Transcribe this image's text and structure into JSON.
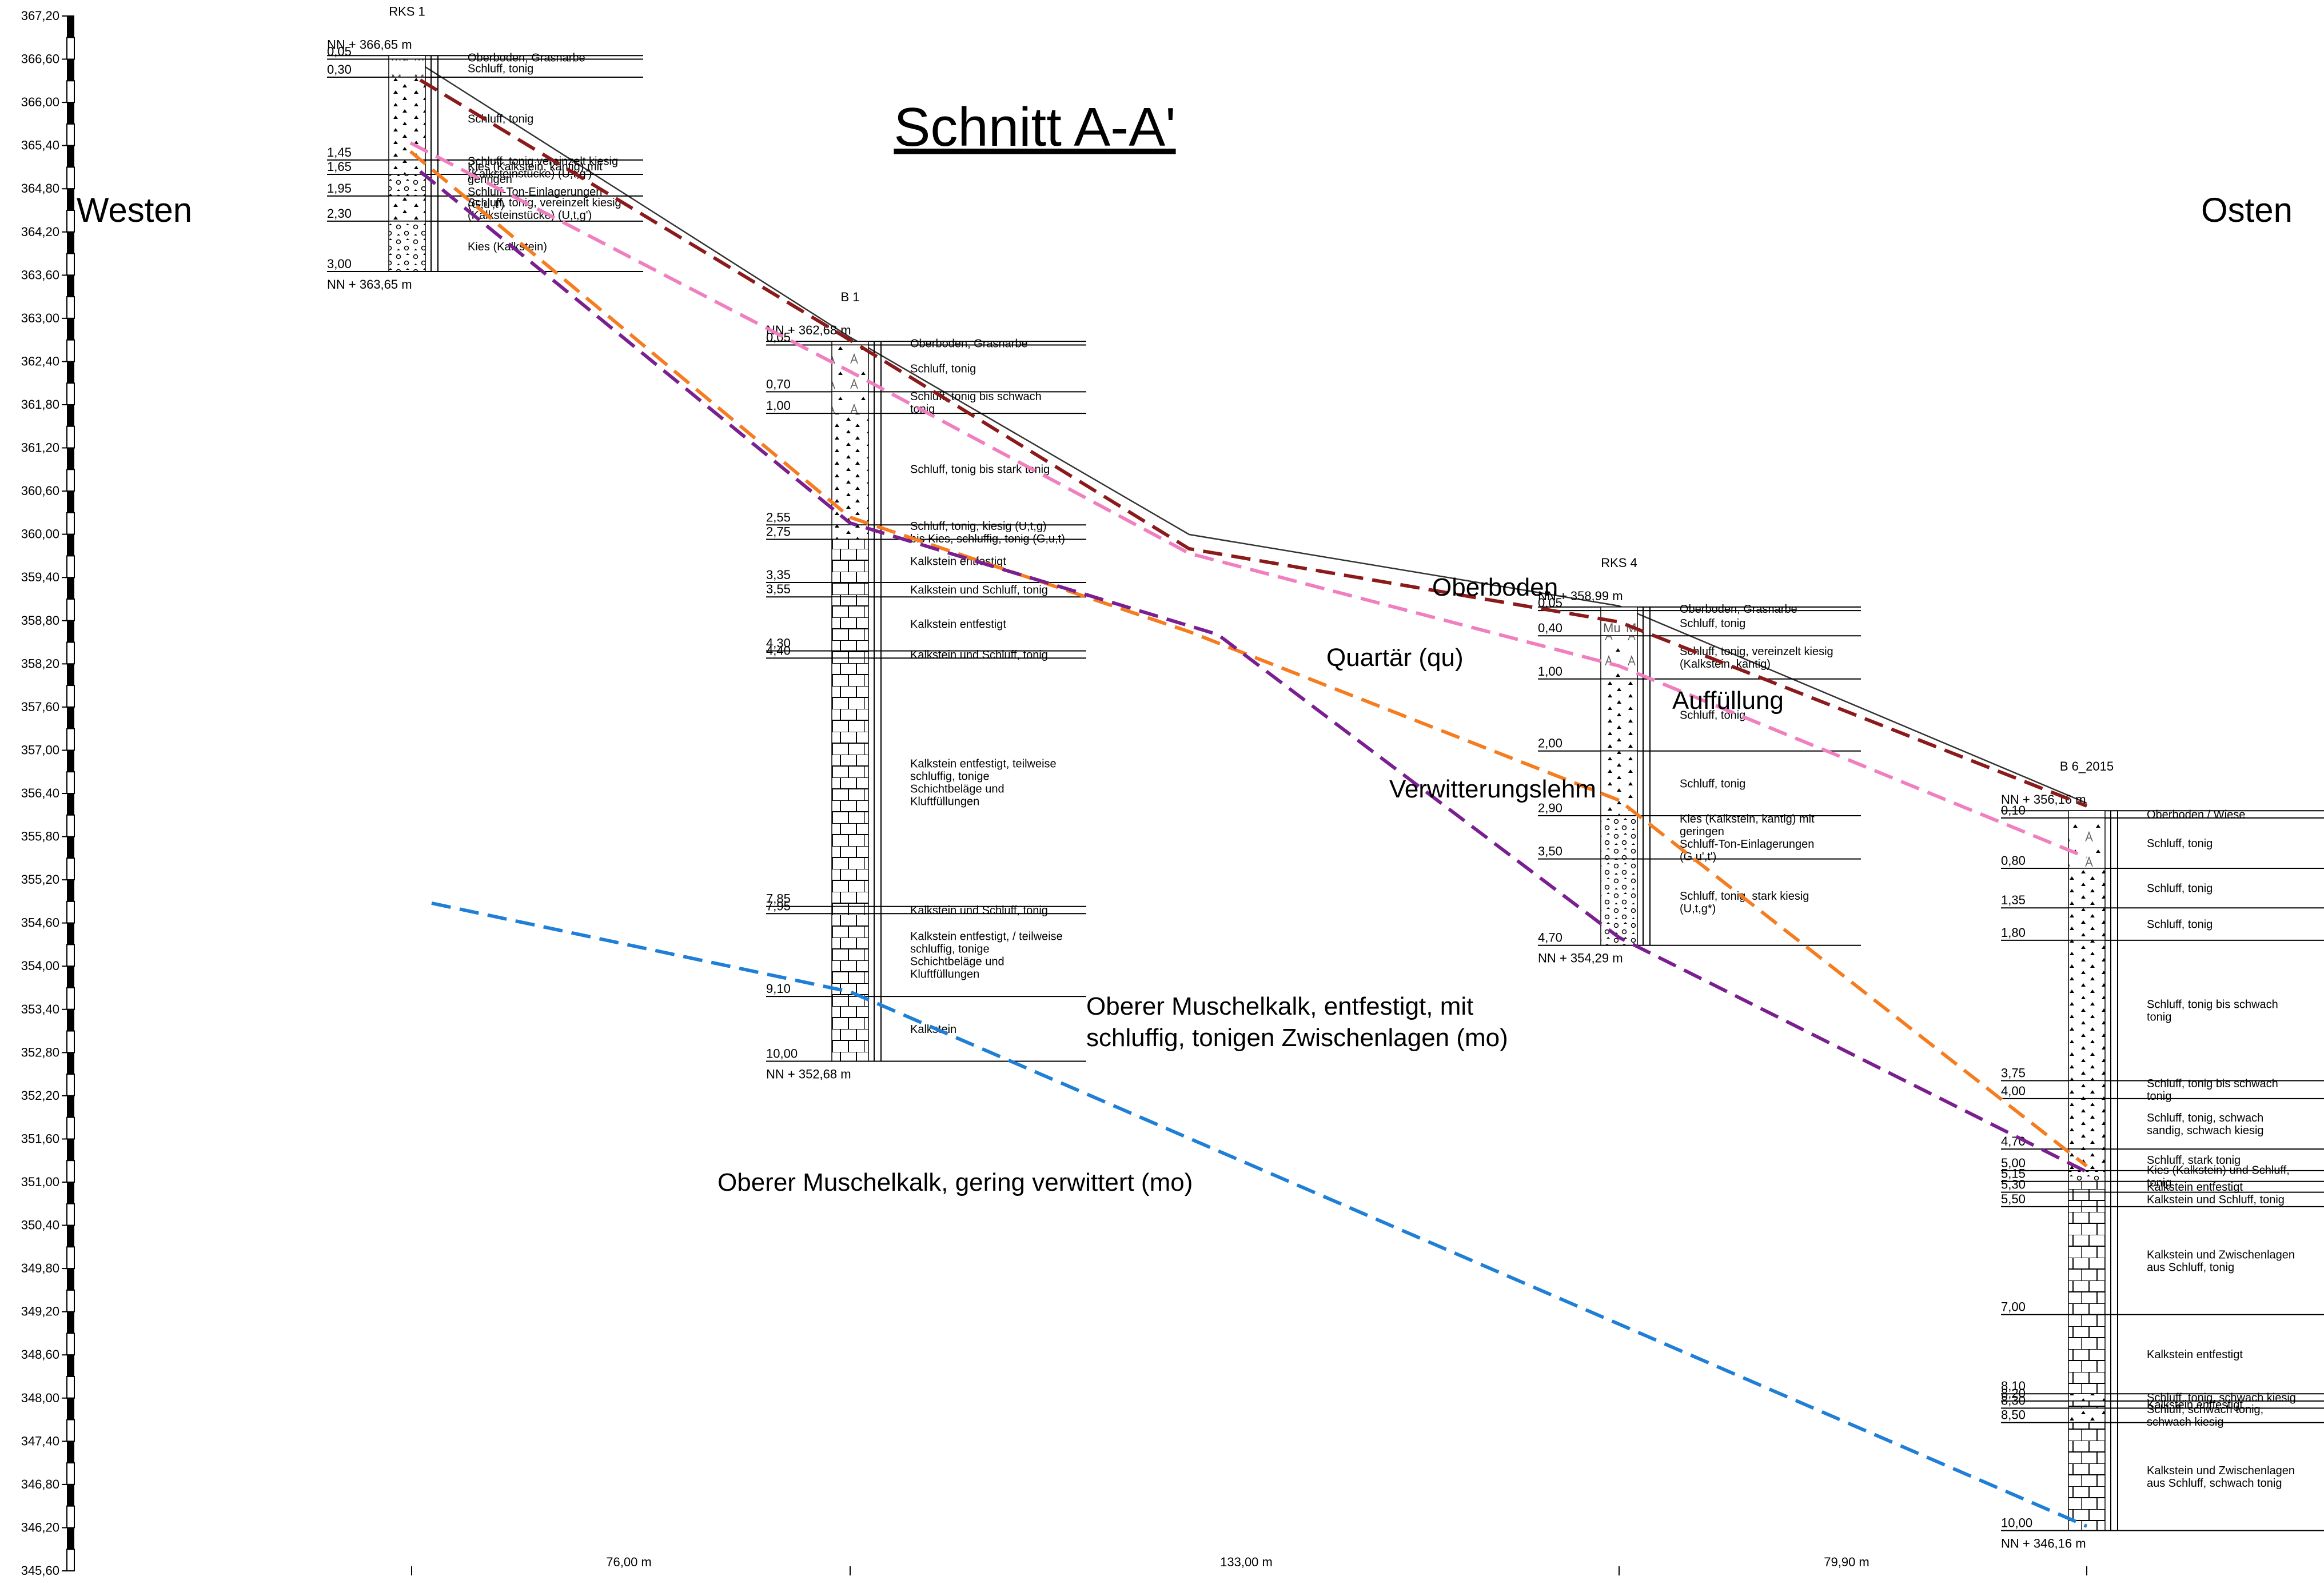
{
  "title": "Schnitt A-A'",
  "side_left": "Westen",
  "side_right": "Osten",
  "elevation_axis": {
    "ticks": [
      "367,20",
      "366,60",
      "366,00",
      "365,40",
      "364,80",
      "364,20",
      "363,60",
      "363,00",
      "362,40",
      "361,80",
      "361,20",
      "360,60",
      "360,00",
      "359,40",
      "358,80",
      "358,20",
      "357,60",
      "357,00",
      "356,40",
      "355,80",
      "355,20",
      "354,60",
      "354,00",
      "353,40",
      "352,80",
      "352,20",
      "351,60",
      "351,00",
      "350,40",
      "349,80",
      "349,20",
      "348,60",
      "348,00",
      "347,40",
      "346,80",
      "346,20",
      "345,60"
    ],
    "max": 367.2,
    "min": 345.6
  },
  "distances": [
    "76,00 m",
    "133,00 m",
    "79,90 m"
  ],
  "boreholes": [
    {
      "name": "RKS 1",
      "top": "NN + 366,65 m",
      "bottom": "NN + 363,65 m",
      "top_elev": 366.65,
      "layers": [
        {
          "depth": "0,05",
          "d": 0.05,
          "desc": [
            "Oberboden,  Grasnarbe"
          ],
          "pattern": "topsoil"
        },
        {
          "depth": "0,30",
          "d": 0.3,
          "desc": [
            "Schluff, tonig"
          ],
          "pattern": "mu"
        },
        {
          "depth": "1,45",
          "d": 1.45,
          "desc": [
            "Schluff, tonig"
          ],
          "pattern": "silt"
        },
        {
          "depth": "1,65",
          "d": 1.65,
          "desc": [
            "Schluff, tonig vereinzelt kiesig",
            "(Kalksteinstücke) (U,t,g')"
          ],
          "pattern": "silt"
        },
        {
          "depth": "1,95",
          "d": 1.95,
          "desc": [
            "Kies (Kalkstein, kantig) mit",
            "geringen",
            "Schluff-Ton-Einlagerungen",
            "(G,u',t')"
          ],
          "pattern": "gravel"
        },
        {
          "depth": "2,30",
          "d": 2.3,
          "desc": [
            "Schluff, tonig, vereinzelt kiesig",
            "(Kalksteinstücke) (U,t,g')"
          ],
          "pattern": "silt"
        },
        {
          "depth": "3,00",
          "d": 3.0,
          "desc": [
            "Kies (Kalkstein)"
          ],
          "pattern": "gravel"
        }
      ]
    },
    {
      "name": "B 1",
      "top": "NN + 362,68 m",
      "bottom": "NN + 352,68 m",
      "top_elev": 362.68,
      "layers": [
        {
          "depth": "0,05",
          "d": 0.05,
          "desc": [
            "Oberboden,  Grasnarbe"
          ],
          "pattern": "topsoil"
        },
        {
          "depth": "0,70",
          "d": 0.7,
          "desc": [
            "Schluff, tonig"
          ],
          "pattern": "fill"
        },
        {
          "depth": "1,00",
          "d": 1.0,
          "desc": [
            "Schluff, tonig bis schwach",
            "tonig"
          ],
          "pattern": "fill"
        },
        {
          "depth": "2,55",
          "d": 2.55,
          "desc": [
            "Schluff, tonig bis stark tonig"
          ],
          "pattern": "silt"
        },
        {
          "depth": "2,75",
          "d": 2.75,
          "desc": [
            "Schluff, tonig, kiesig  (U,t,g)",
            "bis Kies, schluffig, tonig (G,u,t)"
          ],
          "pattern": "silt"
        },
        {
          "depth": "3,35",
          "d": 3.35,
          "desc": [
            "Kalkstein entfestigt"
          ],
          "pattern": "lime"
        },
        {
          "depth": "3,55",
          "d": 3.55,
          "desc": [
            "Kalkstein und Schluff, tonig"
          ],
          "pattern": "lime"
        },
        {
          "depth": "4,30",
          "d": 4.3,
          "desc": [
            "Kalkstein entfestigt"
          ],
          "pattern": "lime"
        },
        {
          "depth": "4,40",
          "d": 4.4,
          "desc": [
            "Kalkstein und Schluff, tonig"
          ],
          "pattern": "lime"
        },
        {
          "depth": "7,85",
          "d": 7.85,
          "desc": [
            "Kalkstein entfestigt, teilweise",
            "schluffig, tonige",
            "Schichtbeläge und",
            "Kluftfüllungen"
          ],
          "pattern": "lime"
        },
        {
          "depth": "7,95",
          "d": 7.95,
          "desc": [
            "Kalkstein und Schluff, tonig"
          ],
          "pattern": "lime"
        },
        {
          "depth": "9,10",
          "d": 9.1,
          "desc": [
            "Kalkstein entfestigt, / teilweise",
            "schluffig, tonige",
            "Schichtbeläge und",
            "Kluftfüllungen"
          ],
          "pattern": "lime"
        },
        {
          "depth": "10,00",
          "d": 10.0,
          "desc": [
            "Kalkstein"
          ],
          "pattern": "lime"
        }
      ]
    },
    {
      "name": "RKS 4",
      "top": "NN + 358,99 m",
      "bottom": "NN + 354,29 m",
      "top_elev": 358.99,
      "layers": [
        {
          "depth": "0,05",
          "d": 0.05,
          "desc": [
            "Oberboden,  Grasnarbe"
          ],
          "pattern": "topsoil"
        },
        {
          "depth": "0,40",
          "d": 0.4,
          "desc": [
            "Schluff, tonig"
          ],
          "pattern": "mu"
        },
        {
          "depth": "1,00",
          "d": 1.0,
          "desc": [
            "Schluff, tonig, vereinzelt kiesig",
            "(Kalkstein, kantig)"
          ],
          "pattern": "fill"
        },
        {
          "depth": "2,00",
          "d": 2.0,
          "desc": [
            "Schluff, tonig"
          ],
          "pattern": "silt"
        },
        {
          "depth": "2,90",
          "d": 2.9,
          "desc": [
            "Schluff, tonig"
          ],
          "pattern": "silt"
        },
        {
          "depth": "3,50",
          "d": 3.5,
          "desc": [
            "Kies (Kalkstein, kantig) mit",
            "geringen",
            "Schluff-Ton-Einlagerungen",
            "(G,u',t')"
          ],
          "pattern": "gravel"
        },
        {
          "depth": "4,70",
          "d": 4.7,
          "desc": [
            "Schluff, tonig, stark kiesig",
            "(U,t,g*)"
          ],
          "pattern": "gravel"
        }
      ]
    },
    {
      "name": "B 6_2015",
      "top": "NN + 356,16 m",
      "bottom": "NN + 346,16 m",
      "top_elev": 356.16,
      "layers": [
        {
          "depth": "0,10",
          "d": 0.1,
          "desc": [
            "Oberboden / Wiese"
          ],
          "pattern": "topsoil"
        },
        {
          "depth": "0,80",
          "d": 0.8,
          "desc": [
            "Schluff, tonig"
          ],
          "pattern": "fill"
        },
        {
          "depth": "1,35",
          "d": 1.35,
          "desc": [
            "Schluff, tonig"
          ],
          "pattern": "silt"
        },
        {
          "depth": "1,80",
          "d": 1.8,
          "desc": [
            "Schluff, tonig"
          ],
          "pattern": "silt"
        },
        {
          "depth": "3,75",
          "d": 3.75,
          "desc": [
            "Schluff, tonig bis schwach",
            "tonig"
          ],
          "pattern": "silt"
        },
        {
          "depth": "4,00",
          "d": 4.0,
          "desc": [
            "Schluff, tonig bis schwach",
            "tonig"
          ],
          "pattern": "silt"
        },
        {
          "depth": "4,70",
          "d": 4.7,
          "desc": [
            "Schluff, tonig, schwach",
            "sandig, schwach kiesig"
          ],
          "pattern": "silt"
        },
        {
          "depth": "5,00",
          "d": 5.0,
          "desc": [
            "Schluff, stark tonig"
          ],
          "pattern": "silt"
        },
        {
          "depth": "5,15",
          "d": 5.15,
          "desc": [
            "Kies (Kalkstein) und Schluff,",
            "tonig"
          ],
          "pattern": "gravel"
        },
        {
          "depth": "5,30",
          "d": 5.3,
          "desc": [
            "Kalkstein entfestigt"
          ],
          "pattern": "lime"
        },
        {
          "depth": "5,50",
          "d": 5.5,
          "desc": [
            "Kalkstein und Schluff, tonig"
          ],
          "pattern": "lime"
        },
        {
          "depth": "7,00",
          "d": 7.0,
          "desc": [
            "Kalkstein und Zwischenlagen",
            "aus Schluff, tonig"
          ],
          "pattern": "lime"
        },
        {
          "depth": "8,10",
          "d": 8.1,
          "desc": [
            "Kalkstein entfestigt"
          ],
          "pattern": "lime"
        },
        {
          "depth": "8,20",
          "d": 8.2,
          "desc": [
            "Schluff, tonig, schwach kiesig"
          ],
          "pattern": "silt"
        },
        {
          "depth": "8,30",
          "d": 8.3,
          "desc": [
            "Kalkstein entfestigt"
          ],
          "pattern": "lime"
        },
        {
          "depth": "8,50",
          "d": 8.5,
          "desc": [
            "Schluff, schwach tonig,",
            "schwach kiesig"
          ],
          "pattern": "silt"
        },
        {
          "depth": "10,00",
          "d": 10.0,
          "desc": [
            "Kalkstein und Zwischenlagen",
            "aus Schluff, schwach tonig"
          ],
          "pattern": "lime"
        }
      ]
    }
  ],
  "units": [
    {
      "name": "Oberboden",
      "color": "#8b1a1a"
    },
    {
      "name": "Auffüllung",
      "color": "#f07fc0"
    },
    {
      "name": "Quartär (qu)",
      "color": "#f57c1f"
    },
    {
      "name": "Verwitterungslehm",
      "color": "#7a1f8f"
    },
    {
      "name": "Oberer Muschelkalk, entfestigt, mit",
      "name2": "schluffig, tonigen Zwischenlagen (mo)",
      "color": "#1f7fd6"
    },
    {
      "name": "Oberer Muschelkalk, gering verwittert (mo)",
      "color": "#000000"
    }
  ]
}
